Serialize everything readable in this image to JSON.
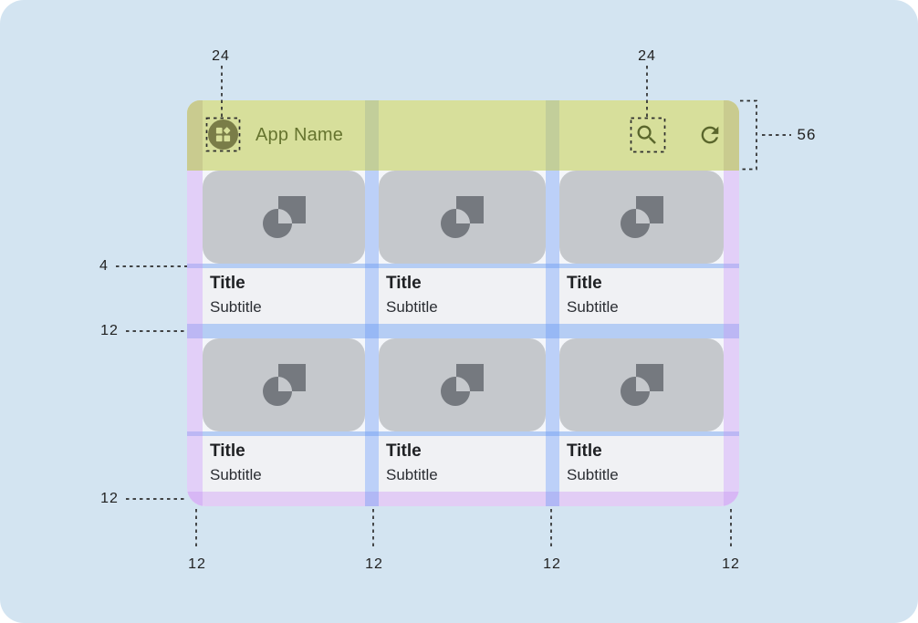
{
  "app_bar": {
    "title": "App Name",
    "nav_icon": "dashboard-icon",
    "action_icons": [
      "search-icon",
      "refresh-icon"
    ]
  },
  "cards": [
    {
      "title": "Title",
      "subtitle": "Subtitle"
    },
    {
      "title": "Title",
      "subtitle": "Subtitle"
    },
    {
      "title": "Title",
      "subtitle": "Subtitle"
    },
    {
      "title": "Title",
      "subtitle": "Subtitle"
    },
    {
      "title": "Title",
      "subtitle": "Subtitle"
    },
    {
      "title": "Title",
      "subtitle": "Subtitle"
    }
  ],
  "annotations": {
    "nav_icon_size": "24",
    "action_icon_size": "24",
    "app_bar_height": "56",
    "media_text_gap": "4",
    "row_gap": "12",
    "bottom_margin": "12",
    "bottom": [
      "12",
      "12",
      "12",
      "12"
    ]
  },
  "colors": {
    "canvas": "#D3E4F1",
    "app_bar": "#D7DF9B",
    "app_bar_text": "#66742F",
    "card_media": "#C5C8CC",
    "card_text_bg": "#F0F1F4",
    "margin_overlay_purple": "#E6D4F9",
    "gutter_overlay_blue": "#BED1F9",
    "spacing_band_blue": "#B5CDF4",
    "bottom_band_purple": "#E2CDF5"
  }
}
